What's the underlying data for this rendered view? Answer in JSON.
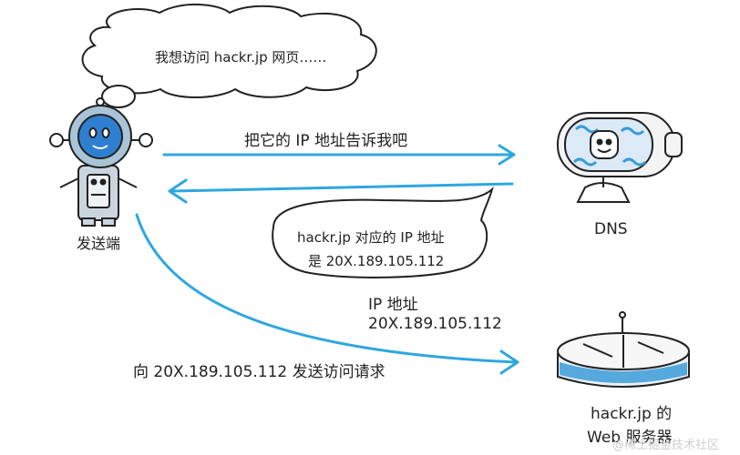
{
  "bubbles": {
    "thought": "我想访问 hackr.jp 网页……",
    "answer_line1": "hackr.jp 对应的 IP 地址",
    "answer_line2": "是 20X.189.105.112"
  },
  "arrows": {
    "ask_dns": "把它的 IP 地址告诉我吧",
    "ip_label_line1": "IP 地址",
    "ip_label_line2": "20X.189.105.112",
    "request": "向 20X.189.105.112 发送访问请求"
  },
  "nodes": {
    "sender": "发送端",
    "dns": "DNS",
    "web_line1": "hackr.jp 的",
    "web_line2": "Web 服务器"
  },
  "watermark": "@稀土掘金技术社区",
  "colors": {
    "arrow": "#2ea7df",
    "robot_head": "#a9c4d6",
    "dns_pattern": "#3a9bd8",
    "web_band": "#57a9dd"
  }
}
